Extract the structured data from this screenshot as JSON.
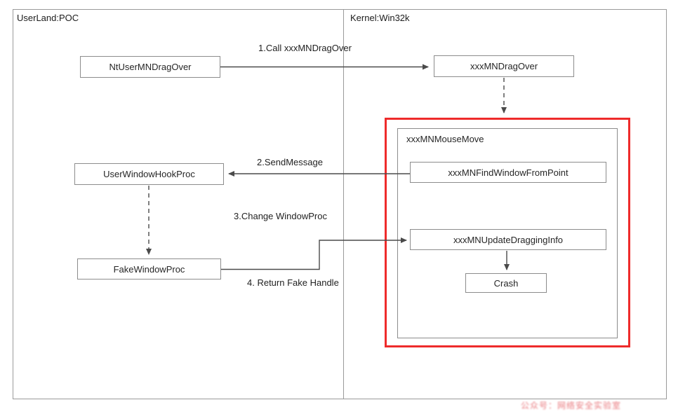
{
  "diagram": {
    "lane_left_label": "UserLand:POC",
    "lane_right_label": "Kernel:Win32k",
    "nodes": {
      "nt_user_mn_drag_over": "NtUserMNDragOver",
      "xxx_mn_drag_over": "xxxMNDragOver",
      "user_window_hook_proc": "UserWindowHookProc",
      "fake_window_proc": "FakeWindowProc",
      "xxx_mn_mouse_move": "xxxMNMouseMove",
      "xxx_mn_find_window_from_point": "xxxMNFindWindowFromPoint",
      "xxx_mn_update_dragging_info": "xxxMNUpdateDraggingInfo",
      "crash": "Crash"
    },
    "edge_labels": {
      "call": "1.Call xxxMNDragOver",
      "send_message": "2.SendMessage",
      "change_window_proc": "3.Change WindowProc",
      "return_fake_handle": "4. Return Fake Handle"
    },
    "colors": {
      "highlight_border": "#ee2b2b",
      "box_border": "#8c8c8c",
      "connector": "#4a4a4a",
      "watermark": "#e4595f"
    },
    "watermark_text": "公众号：网络安全实验室"
  }
}
